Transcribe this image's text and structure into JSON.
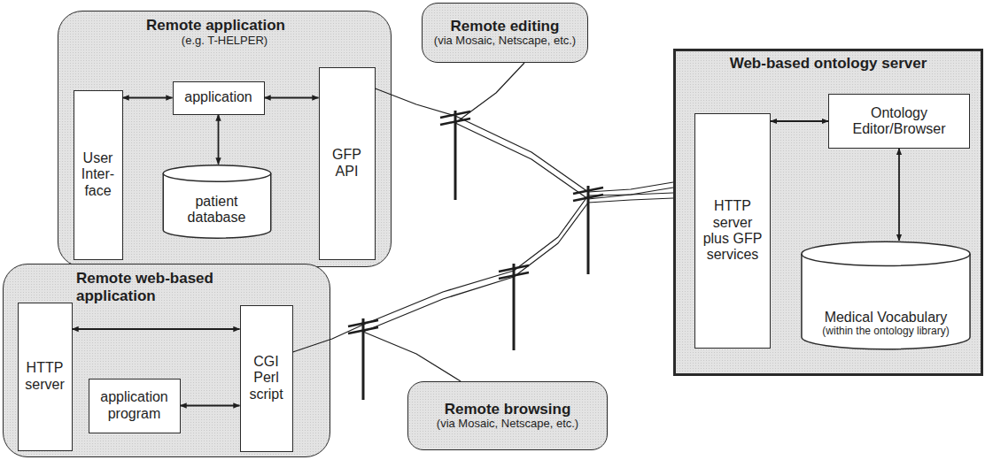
{
  "diagram": {
    "nodes": [
      {
        "text": [
          "Remote application",
          "(e.g. T-HELPER)"
        ]
      },
      {
        "text": [
          "User Inter- face"
        ],
        "in": 0
      },
      {
        "text": [
          "application"
        ],
        "in": 0
      },
      {
        "text": [
          "patient database"
        ],
        "in": 0
      },
      {
        "text": [
          "GFP API"
        ],
        "in": 0
      },
      {
        "text": [
          "Remote editing",
          "(via Mosaic, Netscape, etc.)"
        ]
      },
      {
        "text": [
          "Web-based ontology server"
        ]
      },
      {
        "text": [
          "HTTP server plus GFP services"
        ],
        "in": 6
      },
      {
        "text": [
          "Ontology Editor/Browser"
        ],
        "in": 6
      },
      {
        "text": [
          "Medical Vocabulary",
          "(within the ontology library)"
        ],
        "in": 6
      },
      {
        "text": [
          "Remote web-based application"
        ]
      },
      {
        "text": [
          "HTTP server"
        ],
        "in": 10
      },
      {
        "text": [
          "application program"
        ],
        "in": 10
      },
      {
        "text": [
          "CGI Perl script"
        ],
        "in": 10
      },
      {
        "text": [
          "Remote browsing",
          "(via Mosaic, Netscape, etc.)"
        ]
      }
    ],
    "edges": [
      {
        "from": 1,
        "to": 2,
        "arrow": "both"
      },
      {
        "from": 2,
        "to": 4,
        "arrow": "both"
      },
      {
        "from": 2,
        "to": 3,
        "arrow": "both"
      },
      {
        "from": 7,
        "to": 8,
        "arrow": "both"
      },
      {
        "from": 8,
        "to": 9,
        "arrow": "both"
      },
      {
        "from": 11,
        "to": 13,
        "arrow": "both"
      },
      {
        "from": 12,
        "to": 13,
        "arrow": "both"
      },
      {
        "from": 4,
        "to": 6,
        "arrow": "none"
      },
      {
        "from": 5,
        "to": 6,
        "arrow": "none"
      },
      {
        "from": 13,
        "to": 6,
        "arrow": "none"
      },
      {
        "from": 14,
        "to": 6,
        "arrow": "none"
      }
    ]
  }
}
